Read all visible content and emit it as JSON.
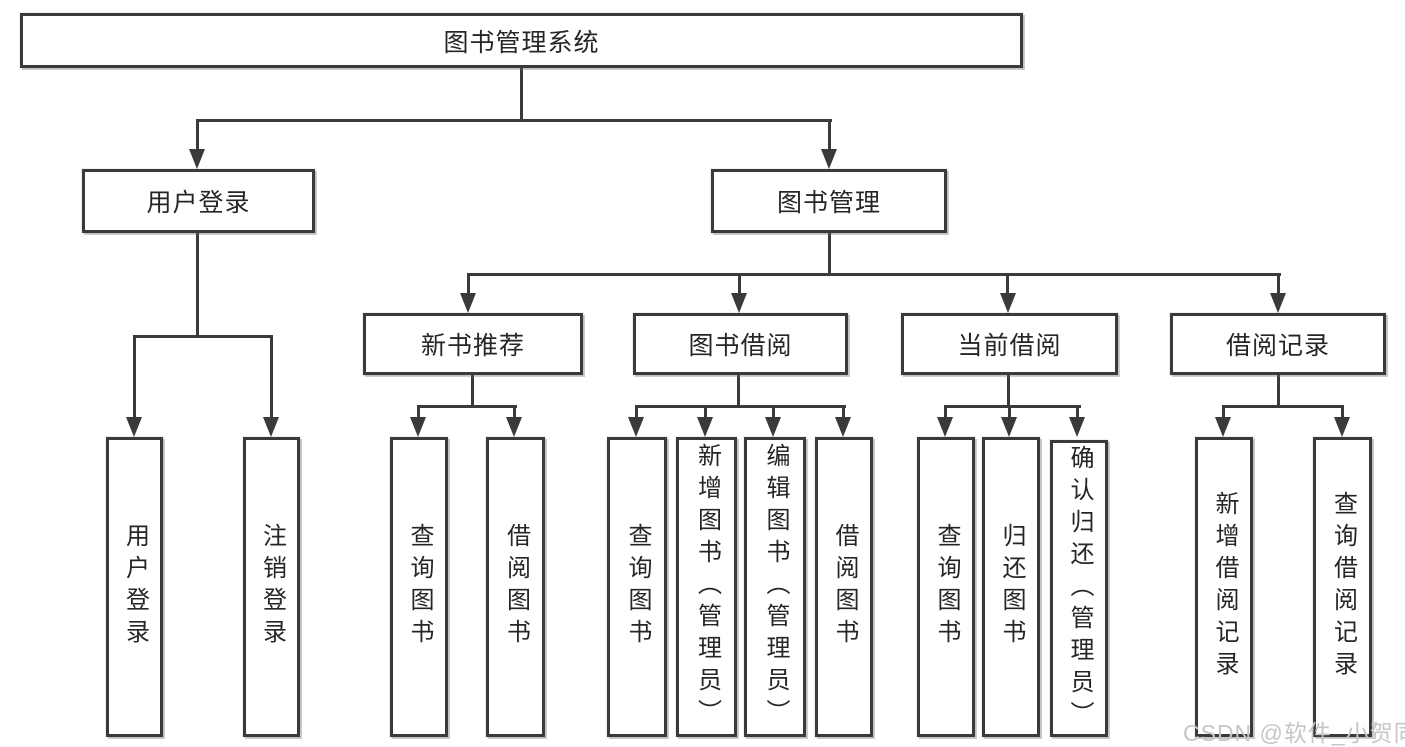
{
  "colors": {
    "line": "#3a3a3a",
    "text": "#262626",
    "background": "#ffffff",
    "watermark": "#c6c6c6"
  },
  "watermark": "CSDN @软件_小贺同学",
  "tree": {
    "root": {
      "label": "图书管理系统"
    },
    "branches": [
      {
        "label": "用户登录",
        "children": [
          {
            "label": "用户登录"
          },
          {
            "label": "注销登录"
          }
        ]
      },
      {
        "label": "图书管理",
        "children": [
          {
            "label": "新书推荐",
            "children": [
              {
                "label": "查询图书"
              },
              {
                "label": "借阅图书"
              }
            ]
          },
          {
            "label": "图书借阅",
            "children": [
              {
                "label": "查询图书"
              },
              {
                "label": "新增图书（管理员）"
              },
              {
                "label": "编辑图书（管理员）"
              },
              {
                "label": "借阅图书"
              }
            ]
          },
          {
            "label": "当前借阅",
            "children": [
              {
                "label": "查询图书"
              },
              {
                "label": "归还图书"
              },
              {
                "label": "确认归还（管理员）"
              }
            ]
          },
          {
            "label": "借阅记录",
            "children": [
              {
                "label": "新增借阅记录"
              },
              {
                "label": "查询借阅记录"
              }
            ]
          }
        ]
      }
    ]
  }
}
